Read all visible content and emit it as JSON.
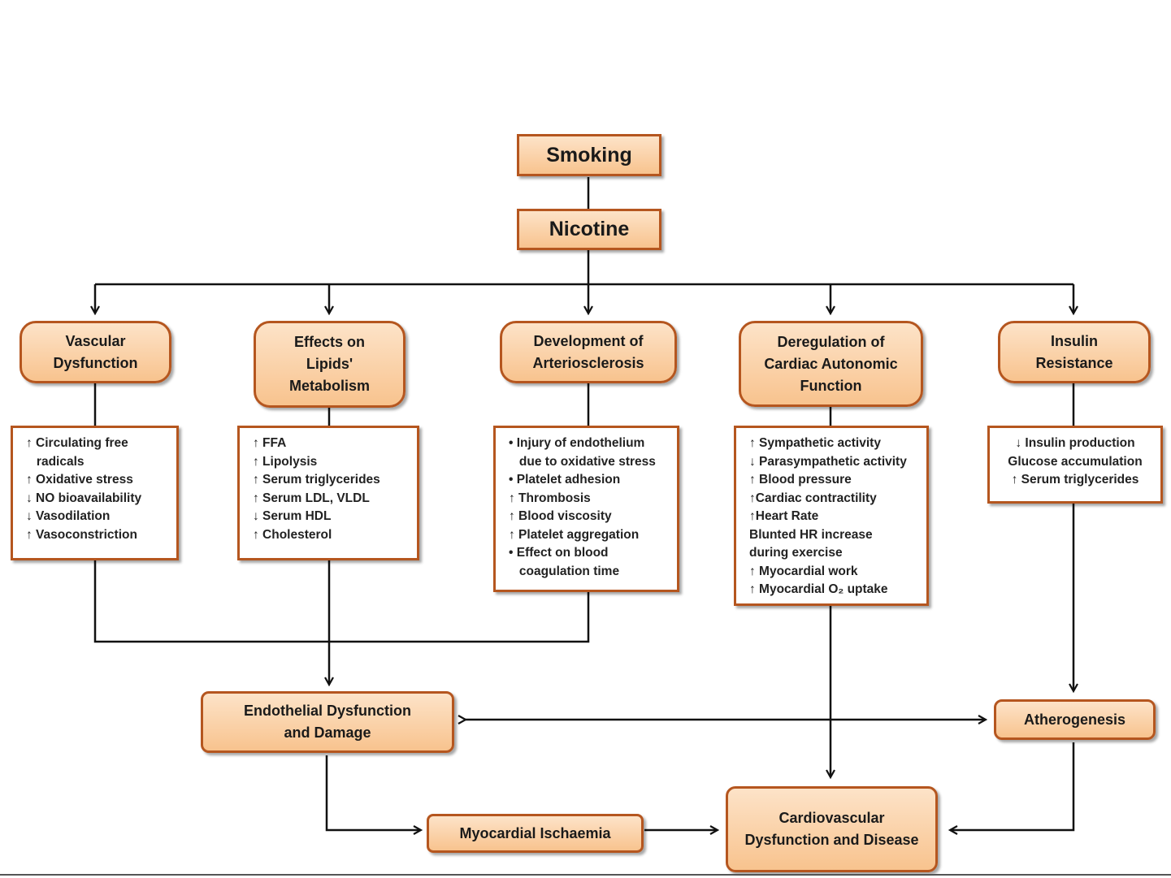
{
  "top": {
    "smoking": "Smoking",
    "nicotine": "Nicotine"
  },
  "categories": {
    "vascular": [
      "Vascular",
      "Dysfunction"
    ],
    "lipids": [
      "Effects on",
      "Lipids'",
      "Metabolism"
    ],
    "arterio": [
      "Development of",
      "Arteriosclerosis"
    ],
    "cardiac": [
      "Deregulation of",
      "Cardiac Autonomic",
      "Function"
    ],
    "insulin": [
      "Insulin",
      "Resistance"
    ]
  },
  "effects": {
    "vascular": [
      "↑ Circulating free",
      "   radicals",
      "↑ Oxidative stress",
      "↓ NO bioavailability",
      "↓ Vasodilation",
      "↑ Vasoconstriction"
    ],
    "lipids": [
      "↑ FFA",
      "↑ Lipolysis",
      "↑ Serum triglycerides",
      "↑ Serum LDL, VLDL",
      "↓ Serum HDL",
      "↑ Cholesterol"
    ],
    "arterio": [
      "• Injury of endothelium",
      "   due to oxidative stress",
      "• Platelet adhesion",
      "↑ Thrombosis",
      "↑ Blood viscosity",
      "↑ Platelet aggregation",
      "• Effect on blood",
      "   coagulation time"
    ],
    "cardiac": [
      "↑ Sympathetic activity",
      "↓ Parasympathetic activity",
      "↑ Blood pressure",
      "↑Cardiac contractility",
      "↑Heart Rate",
      "Blunted HR increase",
      "during exercise",
      "↑ Myocardial work",
      "↑ Myocardial O₂ uptake"
    ],
    "insulin": [
      "↓ Insulin production",
      "Glucose accumulation",
      "↑ Serum triglycerides"
    ]
  },
  "outcomes": {
    "endothelial": [
      "Endothelial Dysfunction",
      "and Damage"
    ],
    "atherogenesis": "Atherogenesis",
    "ischaemia": "Myocardial Ischaemia",
    "cvd": [
      "Cardiovascular",
      "Dysfunction and Disease"
    ]
  }
}
